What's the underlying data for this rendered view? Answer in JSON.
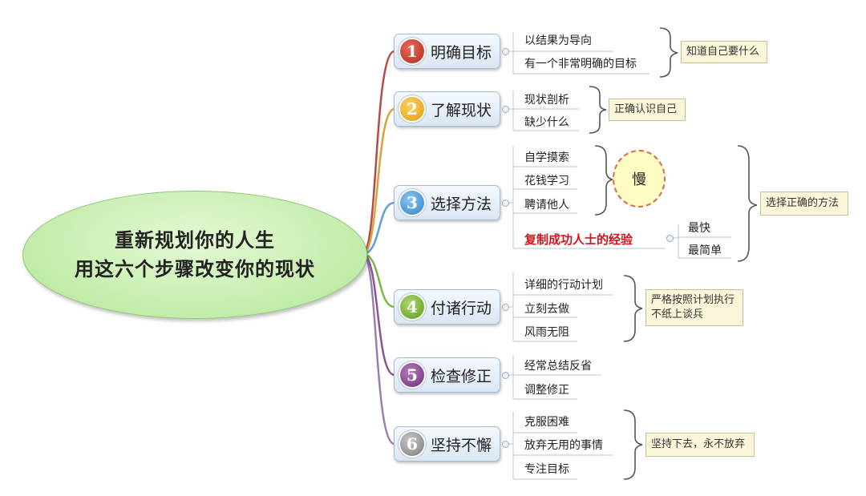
{
  "center": {
    "line1": "重新规划你的人生",
    "line2": "用这六个步骤改变你的现状"
  },
  "topics": [
    {
      "num": "1",
      "label": "明确目标",
      "color": "#c93b2b"
    },
    {
      "num": "2",
      "label": "了解现状",
      "color": "#e9a21b"
    },
    {
      "num": "3",
      "label": "选择方法",
      "color": "#3c94d4"
    },
    {
      "num": "4",
      "label": "付诸行动",
      "color": "#73ae2e"
    },
    {
      "num": "5",
      "label": "检查修正",
      "color": "#7c3c83"
    },
    {
      "num": "6",
      "label": "坚持不懈",
      "color": "#8a8a8a"
    }
  ],
  "subs": {
    "t1": [
      "以结果为导向",
      "有一个非常明确的目标"
    ],
    "t2": [
      "现状剖析",
      "缺少什么"
    ],
    "t3": [
      "自学摸索",
      "花钱学习",
      "聘请他人",
      "复制成功人士的经验"
    ],
    "t3_copy": [
      "最快",
      "最简单"
    ],
    "t4": [
      "详细的行动计划",
      "立刻去做",
      "风雨无阻"
    ],
    "t5": [
      "经常总结反省",
      "调整修正"
    ],
    "t6": [
      "克服困难",
      "放弃无用的事情",
      "专注目标"
    ]
  },
  "slow_label": "慢",
  "summaries": {
    "t1": "知道自己要什么",
    "t2": "正确认识自己",
    "t3": "选择正确的方法",
    "t4_line1": "严格按照计划执行",
    "t4_line2": "不纸上谈兵",
    "t6": "坚持下去，永不放弃"
  }
}
